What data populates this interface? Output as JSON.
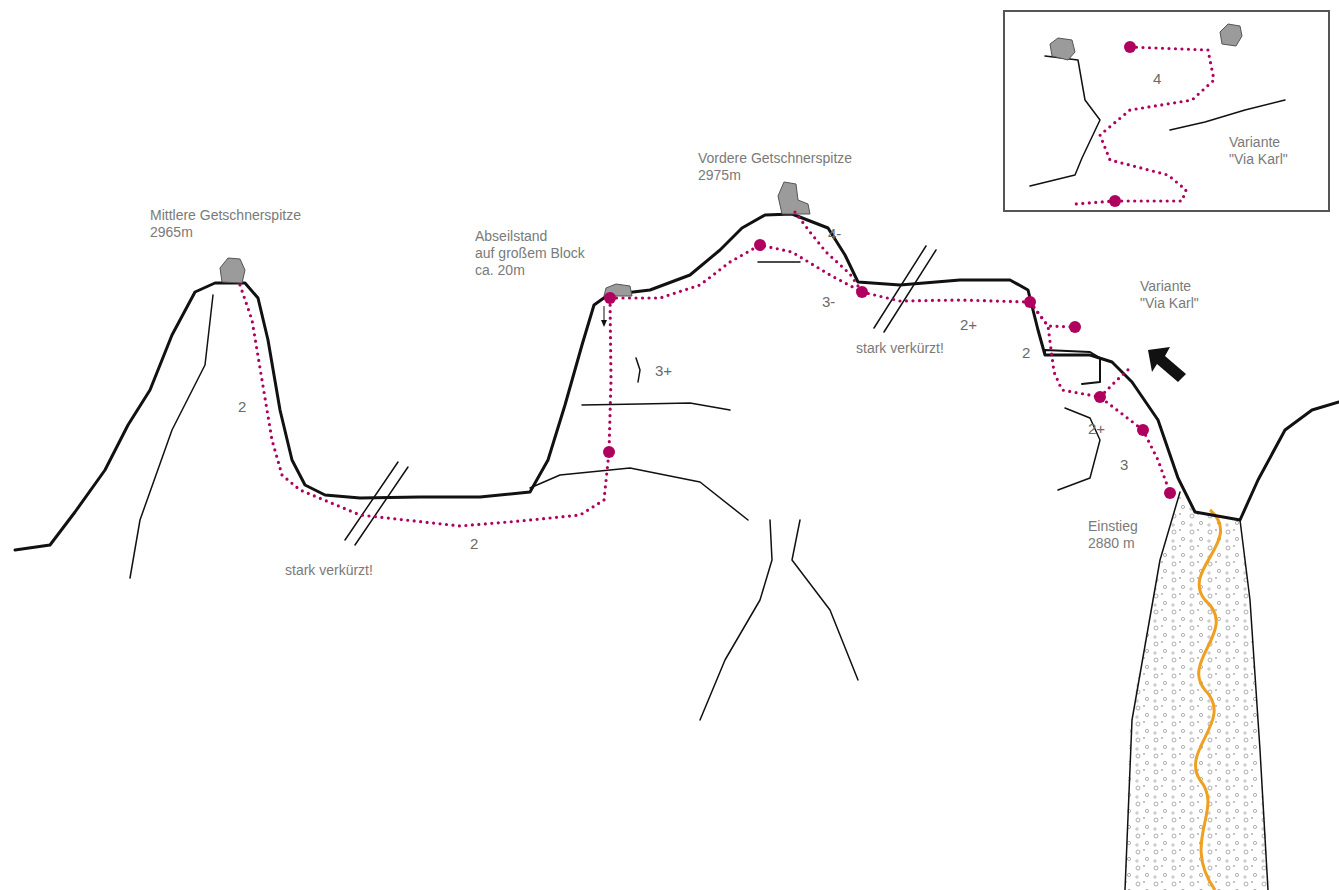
{
  "diagram": {
    "nodes": [
      {
        "text": [
          "4",
          "Variante \"Via Karl\""
        ]
      }
    ],
    "labels": [
      "Mittlere Getschnerspitze 2965m",
      "2",
      "stark verkürzt!",
      "2",
      "Abseilstand auf großem Block ca. 20m",
      "3+",
      "Vordere Getschnerspitze 2975m",
      "4-",
      "3-",
      "stark verkürzt!",
      "2+",
      "2",
      "2+",
      "3",
      "Einstieg 2880 m",
      "Variante \"Via Karl\""
    ]
  }
}
